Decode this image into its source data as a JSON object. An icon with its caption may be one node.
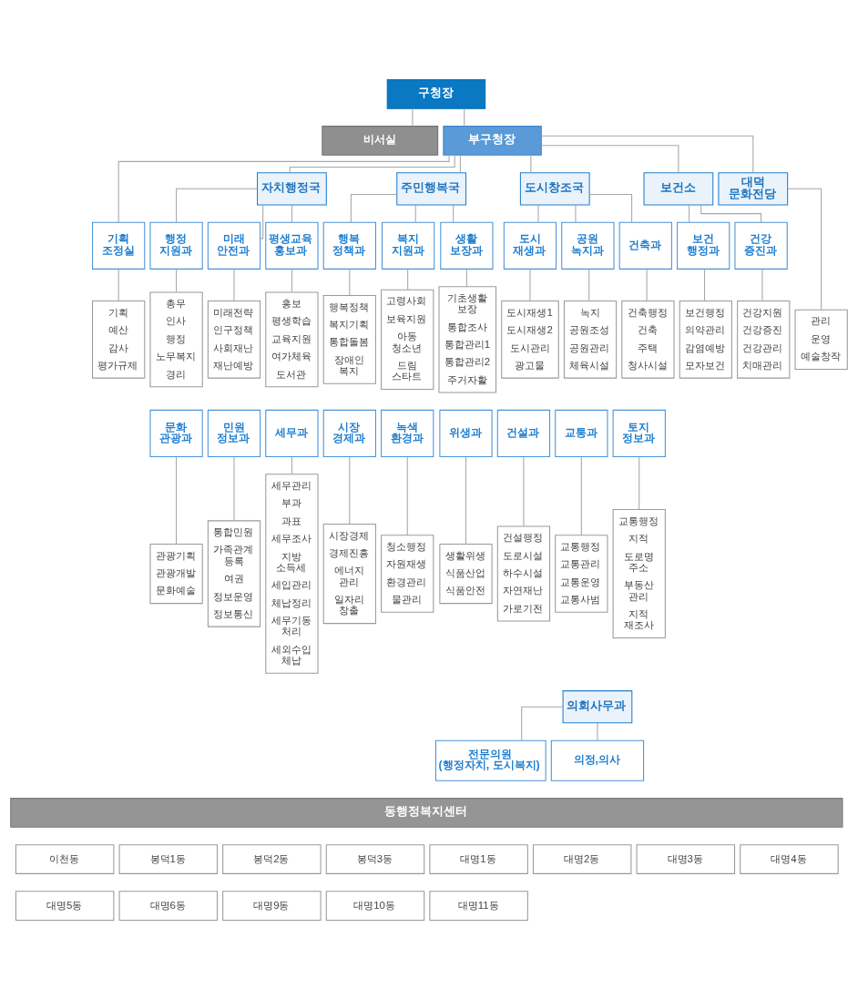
{
  "diagram": {
    "nodes": [
      {
        "text": [
          "구청장"
        ]
      },
      {
        "text": [
          "비서실"
        ]
      },
      {
        "text": [
          "부구청장"
        ]
      },
      {
        "text": [
          "자치행정국"
        ]
      },
      {
        "text": [
          "주민행복국"
        ]
      },
      {
        "text": [
          "도시창조국"
        ]
      },
      {
        "text": [
          "보건소"
        ]
      },
      {
        "text": [
          "대덕 문화전당"
        ]
      },
      {
        "text": [
          "기획 조정실"
        ]
      },
      {
        "text": [
          "행정 지원과"
        ]
      },
      {
        "text": [
          "미래 안전과"
        ]
      },
      {
        "text": [
          "평생교육 홍보과"
        ]
      },
      {
        "text": [
          "행복 정책과"
        ]
      },
      {
        "text": [
          "복지 지원과"
        ]
      },
      {
        "text": [
          "생활 보장과"
        ]
      },
      {
        "text": [
          "도시 재생과"
        ]
      },
      {
        "text": [
          "공원 녹지과"
        ]
      },
      {
        "text": [
          "건축과"
        ]
      },
      {
        "text": [
          "보건 행정과"
        ]
      },
      {
        "text": [
          "건강 증진과"
        ]
      },
      {
        "text": [
          "기획",
          "예산",
          "감사",
          "평가규제"
        ]
      },
      {
        "text": [
          "총무",
          "인사",
          "행정",
          "노무복지",
          "경리"
        ]
      },
      {
        "text": [
          "미래전략",
          "인구정책",
          "사회재난",
          "재난예방"
        ]
      },
      {
        "text": [
          "홍보",
          "평생학습",
          "교육지원",
          "여가체육",
          "도서관"
        ]
      },
      {
        "text": [
          "행복정책",
          "복지기획",
          "통합돌봄",
          "장애인 복지"
        ]
      },
      {
        "text": [
          "고령사회",
          "보육지원",
          "아동 청소년",
          "드림 스타트"
        ]
      },
      {
        "text": [
          "기초생활 보장",
          "통합조사",
          "통합관리1",
          "통합관리2",
          "주거자활"
        ]
      },
      {
        "text": [
          "도시재생1",
          "도시재생2",
          "도시관리",
          "광고물"
        ]
      },
      {
        "text": [
          "녹지",
          "공원조성",
          "공원관리",
          "체육시설"
        ]
      },
      {
        "text": [
          "건축행정",
          "건축",
          "주택",
          "청사시설"
        ]
      },
      {
        "text": [
          "보건행정",
          "의약관리",
          "감염예방",
          "모자보건"
        ]
      },
      {
        "text": [
          "건강지원",
          "건강증진",
          "건강관리",
          "치매관리"
        ]
      },
      {
        "text": [
          "관리",
          "운영",
          "예술창작"
        ]
      },
      {
        "text": [
          "문화 관광과"
        ]
      },
      {
        "text": [
          "민원 정보과"
        ]
      },
      {
        "text": [
          "세무과"
        ]
      },
      {
        "text": [
          "시장 경제과"
        ]
      },
      {
        "text": [
          "녹색 환경과"
        ]
      },
      {
        "text": [
          "위생과"
        ]
      },
      {
        "text": [
          "건설과"
        ]
      },
      {
        "text": [
          "교통과"
        ]
      },
      {
        "text": [
          "토지 정보과"
        ]
      },
      {
        "text": [
          "관광기획",
          "관광개발",
          "문화예술"
        ]
      },
      {
        "text": [
          "통합민원",
          "가족관계 등록",
          "여권",
          "정보운영",
          "정보통신"
        ]
      },
      {
        "text": [
          "세무관리",
          "부과",
          "과표",
          "세무조사",
          "지방 소득세",
          "세입관리",
          "체납정리",
          "세무기동 처리",
          "세외수입 체납"
        ]
      },
      {
        "text": [
          "시장경제",
          "경제진흥",
          "에너지 관리",
          "일자리 창출"
        ]
      },
      {
        "text": [
          "청소행정",
          "자원재생",
          "환경관리",
          "물관리"
        ]
      },
      {
        "text": [
          "생활위생",
          "식품산업",
          "식품안전"
        ]
      },
      {
        "text": [
          "건설행정",
          "도로시설",
          "하수시설",
          "자연재난",
          "가로기전"
        ]
      },
      {
        "text": [
          "교통행정",
          "교통관리",
          "교통운영",
          "교통사범"
        ]
      },
      {
        "text": [
          "교통행정",
          "지적",
          "도로명 주소",
          "부동산 관리",
          "지적 재조사"
        ]
      },
      {
        "text": [
          "의회사무과"
        ]
      },
      {
        "text": [
          "전문의원 (행정자치, 도시복지)"
        ]
      },
      {
        "text": [
          "의정,의사"
        ]
      },
      {
        "text": [
          "동행정복지센터"
        ]
      },
      {
        "text": [
          "이천동"
        ]
      },
      {
        "text": [
          "봉덕1동"
        ]
      },
      {
        "text": [
          "봉덕2동"
        ]
      },
      {
        "text": [
          "봉덕3동"
        ]
      },
      {
        "text": [
          "대명1동"
        ]
      },
      {
        "text": [
          "대명2동"
        ]
      },
      {
        "text": [
          "대명3동"
        ]
      },
      {
        "text": [
          "대명4동"
        ]
      },
      {
        "text": [
          "대명5동"
        ]
      },
      {
        "text": [
          "대명6동"
        ]
      },
      {
        "text": [
          "대명9동"
        ]
      },
      {
        "text": [
          "대명10동"
        ]
      },
      {
        "text": [
          "대명11동"
        ]
      }
    ],
    "edges": [
      {
        "from": 0,
        "to": 1,
        "arrow": "none"
      },
      {
        "from": 0,
        "to": 2,
        "arrow": "none"
      },
      {
        "from": 2,
        "to": 8,
        "arrow": "none"
      },
      {
        "from": 2,
        "to": 3,
        "arrow": "none"
      },
      {
        "from": 2,
        "to": 4,
        "arrow": "none"
      },
      {
        "from": 2,
        "to": 5,
        "arrow": "none"
      },
      {
        "from": 2,
        "to": 6,
        "arrow": "none"
      },
      {
        "from": 2,
        "to": 7,
        "arrow": "none"
      },
      {
        "from": 3,
        "to": 9,
        "arrow": "none"
      },
      {
        "from": 3,
        "to": 10,
        "arrow": "none"
      },
      {
        "from": 3,
        "to": 11,
        "arrow": "none"
      },
      {
        "from": 4,
        "to": 12,
        "arrow": "none"
      },
      {
        "from": 4,
        "to": 13,
        "arrow": "none"
      },
      {
        "from": 4,
        "to": 14,
        "arrow": "none"
      },
      {
        "from": 5,
        "to": 15,
        "arrow": "none"
      },
      {
        "from": 5,
        "to": 16,
        "arrow": "none"
      },
      {
        "from": 5,
        "to": 17,
        "arrow": "none"
      },
      {
        "from": 6,
        "to": 18,
        "arrow": "none"
      },
      {
        "from": 6,
        "to": 19,
        "arrow": "none"
      },
      {
        "from": 8,
        "to": 20,
        "arrow": "none"
      },
      {
        "from": 9,
        "to": 21,
        "arrow": "none"
      },
      {
        "from": 10,
        "to": 22,
        "arrow": "none"
      },
      {
        "from": 11,
        "to": 23,
        "arrow": "none"
      },
      {
        "from": 12,
        "to": 24,
        "arrow": "none"
      },
      {
        "from": 13,
        "to": 25,
        "arrow": "none"
      },
      {
        "from": 14,
        "to": 26,
        "arrow": "none"
      },
      {
        "from": 15,
        "to": 27,
        "arrow": "none"
      },
      {
        "from": 16,
        "to": 28,
        "arrow": "none"
      },
      {
        "from": 17,
        "to": 29,
        "arrow": "none"
      },
      {
        "from": 18,
        "to": 30,
        "arrow": "none"
      },
      {
        "from": 19,
        "to": 31,
        "arrow": "none"
      },
      {
        "from": 7,
        "to": 32,
        "arrow": "none"
      },
      {
        "from": 33,
        "to": 42,
        "arrow": "none"
      },
      {
        "from": 34,
        "to": 43,
        "arrow": "none"
      },
      {
        "from": 35,
        "to": 44,
        "arrow": "none"
      },
      {
        "from": 36,
        "to": 45,
        "arrow": "none"
      },
      {
        "from": 37,
        "to": 46,
        "arrow": "none"
      },
      {
        "from": 38,
        "to": 47,
        "arrow": "none"
      },
      {
        "from": 39,
        "to": 48,
        "arrow": "none"
      },
      {
        "from": 40,
        "to": 49,
        "arrow": "none"
      },
      {
        "from": 41,
        "to": 50,
        "arrow": "none"
      },
      {
        "from": 51,
        "to": 52,
        "arrow": "none"
      },
      {
        "from": 51,
        "to": 53,
        "arrow": "none"
      }
    ]
  }
}
